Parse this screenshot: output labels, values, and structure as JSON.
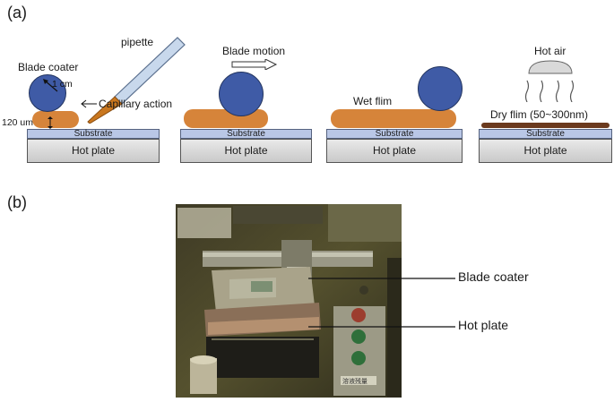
{
  "panel_a": {
    "label": "(a)",
    "step1": {
      "blade_coater": "Blade coater",
      "pipette": "pipette",
      "radius": "1 cm",
      "gap": "120 um",
      "capillary": "Capillary action",
      "substrate": "Substrate",
      "hot_plate": "Hot plate"
    },
    "step2": {
      "blade_motion": "Blade motion",
      "substrate": "Substrate",
      "hot_plate": "Hot plate"
    },
    "step3": {
      "wet_film": "Wet flim",
      "substrate": "Substrate",
      "hot_plate": "Hot plate"
    },
    "step4": {
      "hot_air": "Hot air",
      "dry_film": "Dry flim (50~300nm)",
      "substrate": "Substrate",
      "hot_plate": "Hot plate"
    }
  },
  "panel_b": {
    "label": "(b)",
    "callout_blade": "Blade coater",
    "callout_hotplate": "Hot plate",
    "photo_label": "溶液残量"
  },
  "colors": {
    "roller": "#3f5ba6",
    "film": "#d6843a",
    "dry_film": "#6b3a1e",
    "substrate": "#b9c7e6"
  }
}
